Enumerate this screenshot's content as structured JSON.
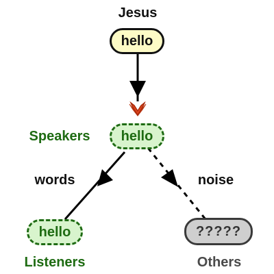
{
  "nodes": {
    "source": {
      "label": "Jesus",
      "text": "hello"
    },
    "speakers": {
      "label": "Speakers",
      "text": "hello"
    },
    "listeners": {
      "label": "Listeners",
      "text": "hello"
    },
    "others": {
      "label": "Others",
      "text": "?????"
    }
  },
  "edges": {
    "words": "words",
    "noise": "noise"
  },
  "colors": {
    "source_fill": "#fdfbc6",
    "heard_fill": "#d8f4cd",
    "heard_text": "#1e6b12",
    "noise_fill": "#cfcfcf",
    "marker": "#e0451d"
  }
}
